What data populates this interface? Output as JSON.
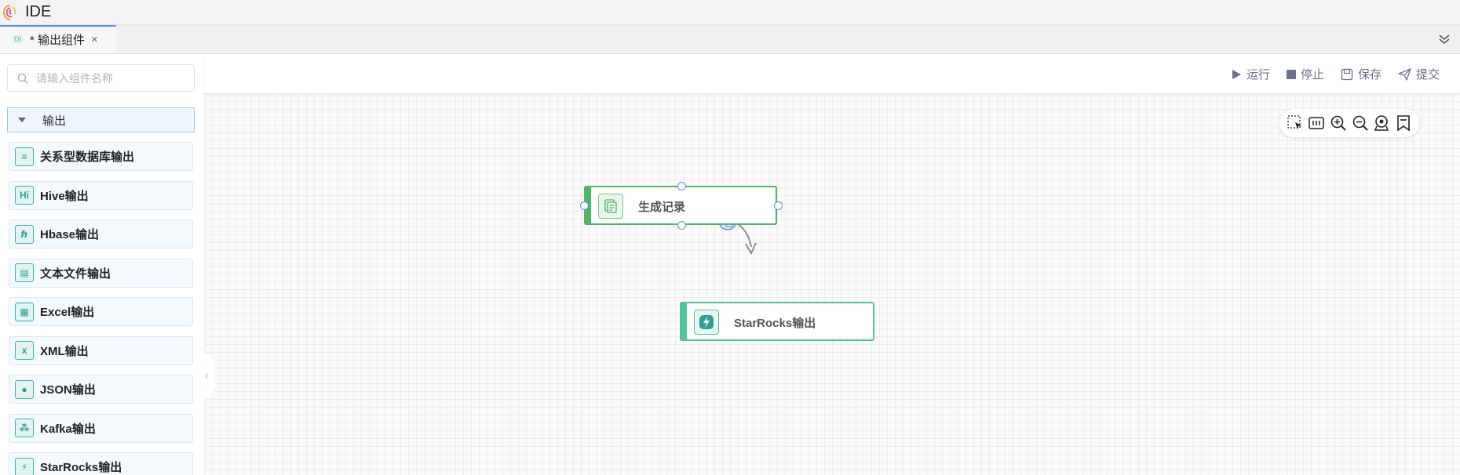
{
  "app": {
    "title": "IDE"
  },
  "tab": {
    "badge": "DI",
    "label": "* 输出组件",
    "close": "×"
  },
  "search": {
    "placeholder": "请输入组件名称"
  },
  "group": {
    "label": "输出"
  },
  "components": [
    {
      "label": "关系型数据库输出",
      "icon": "database-icon",
      "glyph": "≡"
    },
    {
      "label": "Hive输出",
      "icon": "hive-icon",
      "glyph": "Hi"
    },
    {
      "label": "Hbase输出",
      "icon": "hbase-icon",
      "glyph": "ℏ"
    },
    {
      "label": "文本文件输出",
      "icon": "text-file-icon",
      "glyph": "▤"
    },
    {
      "label": "Excel输出",
      "icon": "excel-icon",
      "glyph": "▦"
    },
    {
      "label": "XML输出",
      "icon": "xml-icon",
      "glyph": "x"
    },
    {
      "label": "JSON输出",
      "icon": "json-icon",
      "glyph": "●"
    },
    {
      "label": "Kafka输出",
      "icon": "kafka-icon",
      "glyph": "⁂"
    },
    {
      "label": "StarRocks输出",
      "icon": "starrocks-icon",
      "glyph": "⚡"
    }
  ],
  "toolbar": {
    "run": "运行",
    "stop": "停止",
    "save": "保存",
    "submit": "提交"
  },
  "canvas": {
    "tools": [
      "select-area-icon",
      "fit-view-icon",
      "zoom-in-icon",
      "zoom-out-icon",
      "locate-icon",
      "bookmark-icon"
    ],
    "nodes": [
      {
        "label": "生成记录",
        "icon": "generate-record-icon"
      },
      {
        "label": "StarRocks输出",
        "icon": "starrocks-icon"
      }
    ]
  },
  "colors": {
    "accent": "#5b8def",
    "node_green": "#52b464",
    "node_teal": "#4fc39b",
    "component_border": "#3fb1a8"
  }
}
